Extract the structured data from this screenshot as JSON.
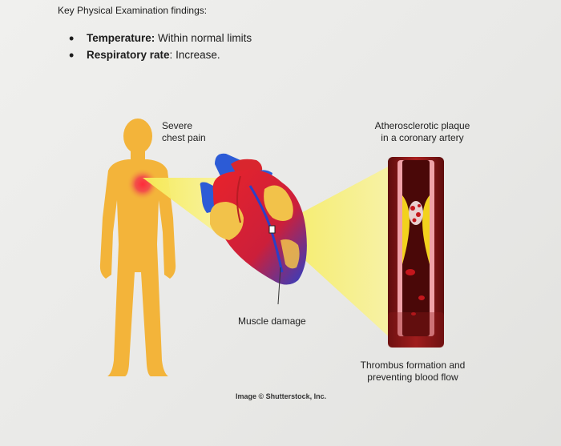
{
  "header": {
    "title": "Key Physical Examination findings:"
  },
  "findings": [
    {
      "label": "Temperature:",
      "value": "Within normal limits"
    },
    {
      "label": "Respiratory rate",
      "separator": ":",
      "value": "Increase."
    }
  ],
  "figure": {
    "labels": {
      "chest_pain": "Severe\nchest pain",
      "plaque": "Atherosclerotic plaque\nin a coronary artery",
      "muscle_damage": "Muscle damage",
      "thrombus": "Thrombus formation and\npreventing blood flow"
    },
    "credit": "Image © Shutterstock, Inc.",
    "colors": {
      "body": "#f3b43a",
      "pain": "#e8343a",
      "highlight": "#f7ef6a",
      "heart_red": "#d9262e",
      "heart_blue": "#2c5bd6",
      "artery_wall": "#8e1a1a",
      "plaque": "#f2d21d"
    }
  }
}
